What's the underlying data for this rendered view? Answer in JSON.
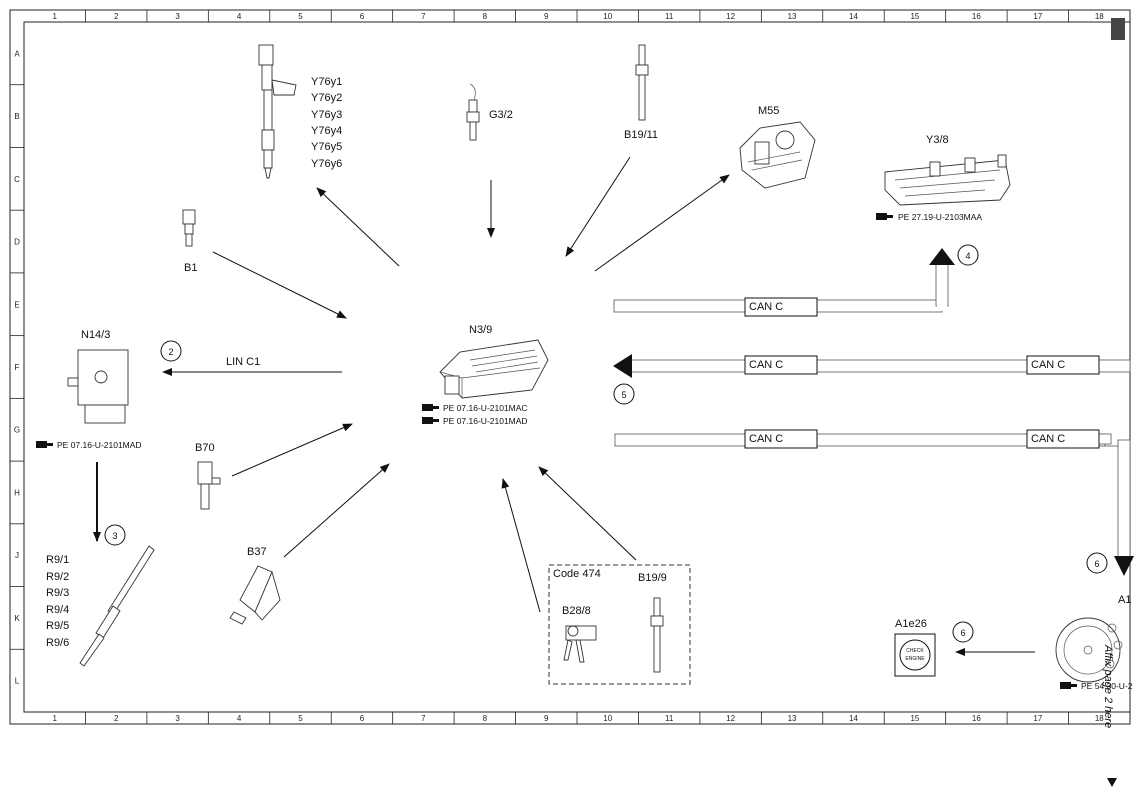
{
  "frame": {
    "columns": [
      "1",
      "2",
      "3",
      "4",
      "5",
      "6",
      "7",
      "8",
      "9",
      "10",
      "11",
      "12",
      "13",
      "14",
      "15",
      "16",
      "17",
      "18"
    ],
    "rows": [
      "A",
      "B",
      "C",
      "D",
      "E",
      "F",
      "G",
      "H",
      "J",
      "K",
      "L"
    ]
  },
  "ecu": {
    "label": "N3/9",
    "refs": [
      "PE 07.16-U-2101MAC",
      "PE 07.16-U-2101MAD"
    ]
  },
  "components": {
    "injectors": [
      "Y76y1",
      "Y76y2",
      "Y76y3",
      "Y76y4",
      "Y76y5",
      "Y76y6"
    ],
    "g32": "G3/2",
    "b1911": "B19/11",
    "m55": "M55",
    "y38": {
      "label": "Y3/8",
      "ref": "PE 27.19-U-2103MAA"
    },
    "b1": "B1",
    "n143": {
      "label": "N14/3",
      "ref": "PE 07.16-U-2101MAD"
    },
    "lin_bus": "LIN C1",
    "b70": "B70",
    "glow_plugs": [
      "R9/1",
      "R9/2",
      "R9/3",
      "R9/4",
      "R9/5",
      "R9/6"
    ],
    "b37": "B37",
    "code_box": {
      "title": "Code 474",
      "b288": "B28/8",
      "b199": "B19/9"
    },
    "a1e26": {
      "label": "A1e26",
      "lamp_line1": "CHECK",
      "lamp_line2": "ENGINE"
    },
    "a1": {
      "label": "A1",
      "ref": "PE 54.30-U-2"
    }
  },
  "can_bus": {
    "row1": [
      "CAN C"
    ],
    "row2": [
      "CAN C",
      "CAN C"
    ],
    "row3": [
      "CAN C",
      "CAN C"
    ]
  },
  "callouts": [
    "2",
    "3",
    "4",
    "5",
    "6",
    "6"
  ],
  "side_note": "Affix page 2 here"
}
